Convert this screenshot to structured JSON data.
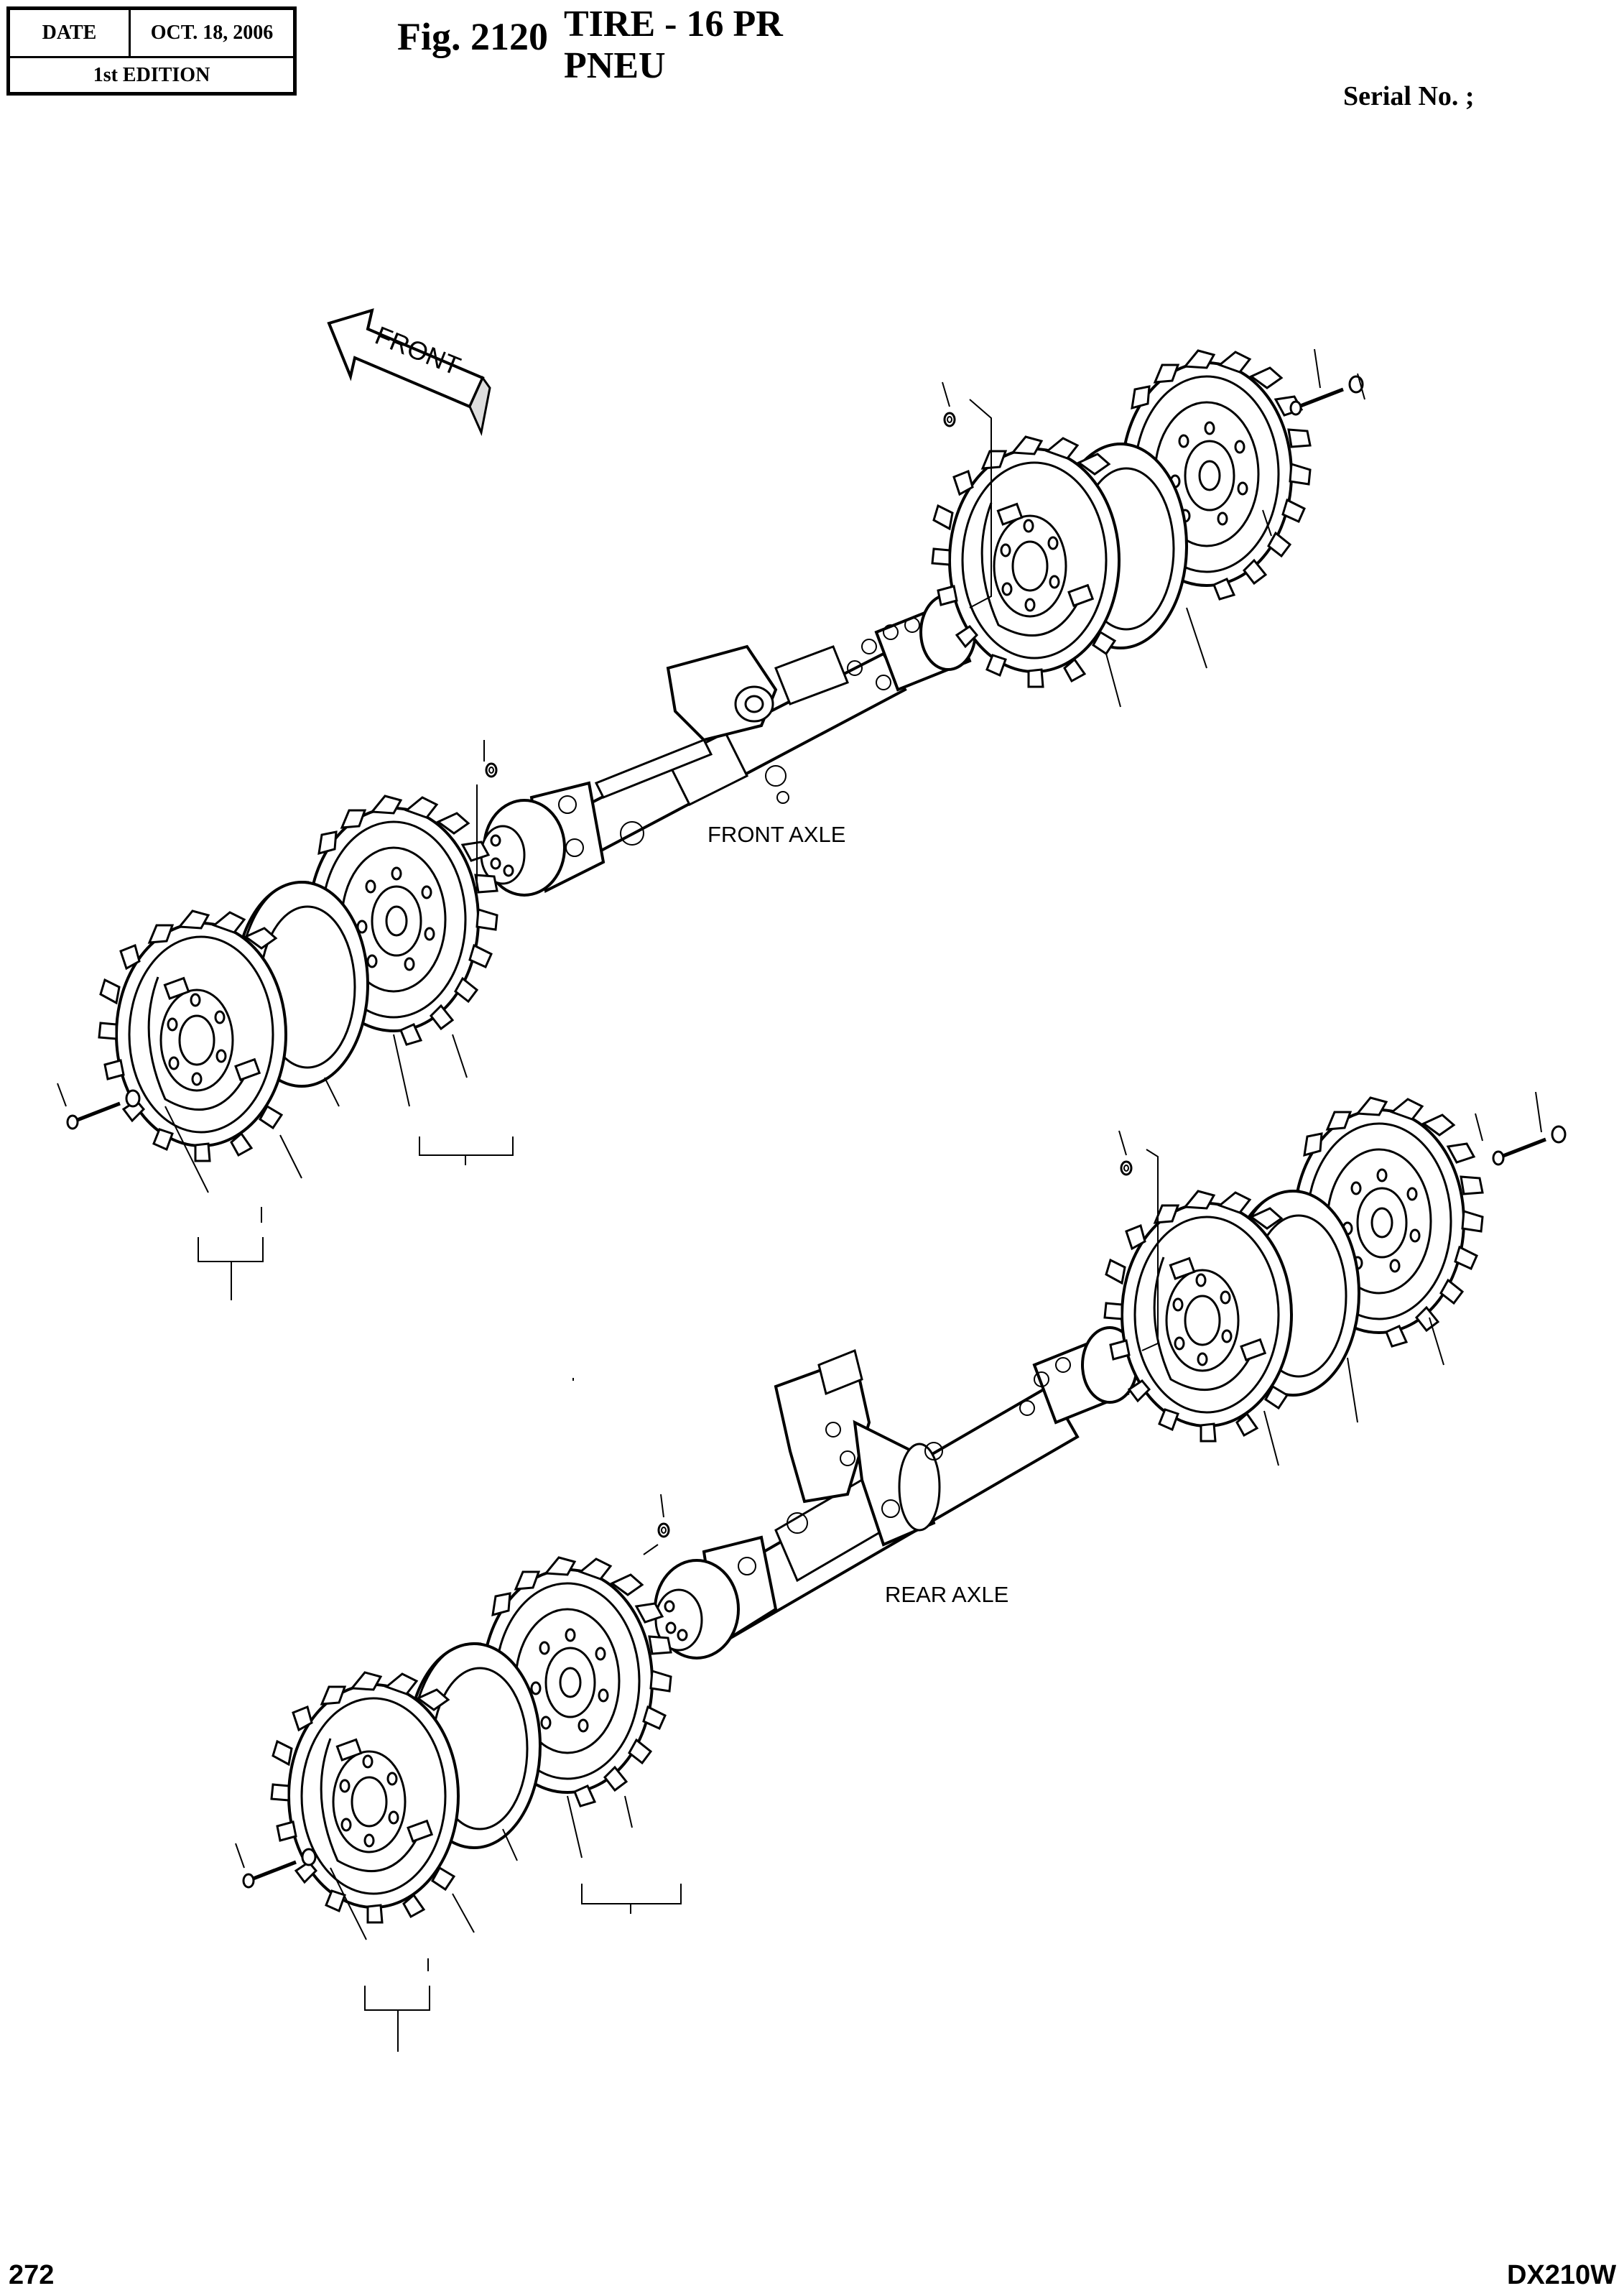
{
  "header": {
    "date_label": "DATE",
    "date_value": "OCT. 18, 2006",
    "edition": "1st EDITION"
  },
  "figure": {
    "number": "Fig. 2120",
    "title_en": "TIRE  -  16  PR",
    "title_fr": "PNEU",
    "serial": "Serial No. ;"
  },
  "diagram": {
    "direction_label": "FRONT",
    "front_axle_label": "FRONT AXLE",
    "rear_axle_label": "REAR AXLE"
  },
  "footer": {
    "page_number": "272",
    "model": "DX210W"
  }
}
